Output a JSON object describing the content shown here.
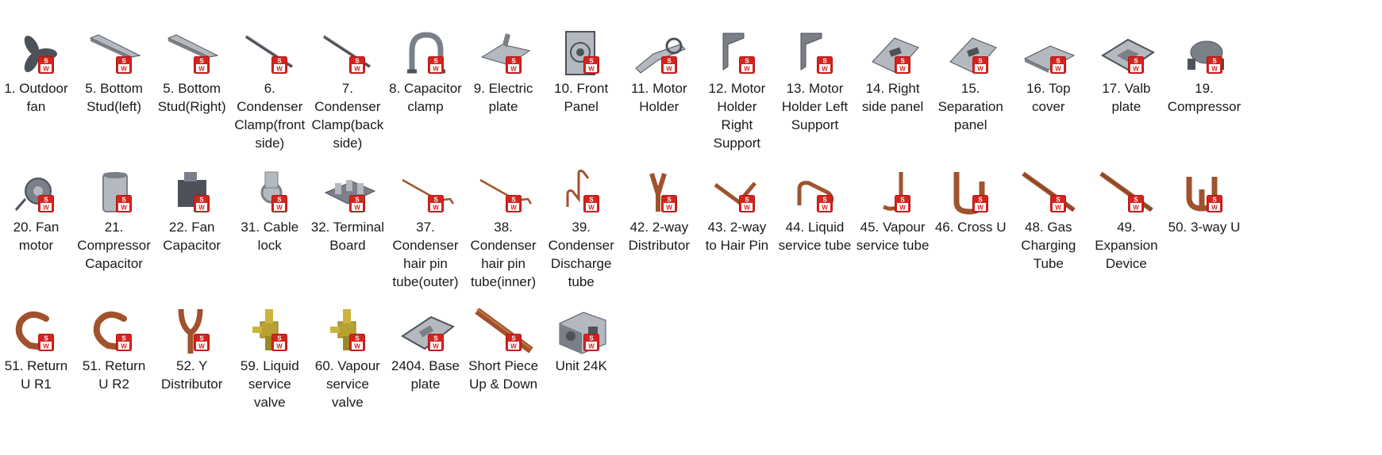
{
  "explorer": {
    "view": "large-icons",
    "badge_icon": "solidworks-file-badge-icon",
    "items": [
      {
        "label": "1. Outdoor\nfan",
        "icon": "fan"
      },
      {
        "label": "5. Bottom\nStud(left)",
        "icon": "bar"
      },
      {
        "label": "5. Bottom\nStud(Right)",
        "icon": "bar"
      },
      {
        "label": "6.\nCondenser\nClamp(front\nside)",
        "icon": "rod"
      },
      {
        "label": "7.\nCondenser\nClamp(back\nside)",
        "icon": "rod"
      },
      {
        "label": "8. Capacitor\nclamp",
        "icon": "clamp"
      },
      {
        "label": "9. Electric\nplate",
        "icon": "plate"
      },
      {
        "label": "10. Front\nPanel",
        "icon": "panel"
      },
      {
        "label": "11. Motor\nHolder",
        "icon": "holder"
      },
      {
        "label": "12. Motor\nHolder\nRight\nSupport",
        "icon": "bracket"
      },
      {
        "label": "13. Motor\nHolder Left\nSupport",
        "icon": "bracket"
      },
      {
        "label": "14. Right\nside panel",
        "icon": "sidepanel"
      },
      {
        "label": "15.\nSeparation\npanel",
        "icon": "sidepanel"
      },
      {
        "label": "16. Top\ncover",
        "icon": "cover"
      },
      {
        "label": "17. Valb\nplate",
        "icon": "valbplate"
      },
      {
        "label": "19.\nCompressor",
        "icon": "compressor"
      },
      {
        "label": "20. Fan\nmotor",
        "icon": "motor"
      },
      {
        "label": "21.\nCompressor\nCapacitor",
        "icon": "capacitor"
      },
      {
        "label": "22. Fan\nCapacitor",
        "icon": "fancap"
      },
      {
        "label": "31. Cable\nlock",
        "icon": "cablelock"
      },
      {
        "label": "32. Terminal\nBoard",
        "icon": "terminal"
      },
      {
        "label": "37.\nCondenser\nhair pin\ntube(outer)",
        "icon": "thintube"
      },
      {
        "label": "38.\nCondenser\nhair pin\ntube(inner)",
        "icon": "thintube"
      },
      {
        "label": "39.\nCondenser\nDischarge\ntube",
        "icon": "discharge"
      },
      {
        "label": "42. 2-way\nDistributor",
        "icon": "distributor2"
      },
      {
        "label": "43. 2-way\nto Hair Pin",
        "icon": "vtube"
      },
      {
        "label": "44. Liquid\nservice tube",
        "icon": "utube"
      },
      {
        "label": "45. Vapour\nservice tube",
        "icon": "jtube"
      },
      {
        "label": "46. Cross U",
        "icon": "crossu"
      },
      {
        "label": "48. Gas\nCharging\nTube",
        "icon": "longtube"
      },
      {
        "label": "49.\nExpansion\nDevice",
        "icon": "longtube"
      },
      {
        "label": "50. 3-way U",
        "icon": "threeway"
      },
      {
        "label": "51. Return\nU R1",
        "icon": "returnu"
      },
      {
        "label": "51. Return\nU R2",
        "icon": "returnu"
      },
      {
        "label": "52. Y\nDistributor",
        "icon": "ydist"
      },
      {
        "label": "59. Liquid\nservice\nvalve",
        "icon": "valve"
      },
      {
        "label": "60. Vapour\nservice\nvalve",
        "icon": "valve"
      },
      {
        "label": "2404. Base\nplate",
        "icon": "baseplate"
      },
      {
        "label": "Short Piece\nUp & Down",
        "icon": "shortpiece"
      },
      {
        "label": "Unit 24K",
        "icon": "unit"
      }
    ]
  }
}
